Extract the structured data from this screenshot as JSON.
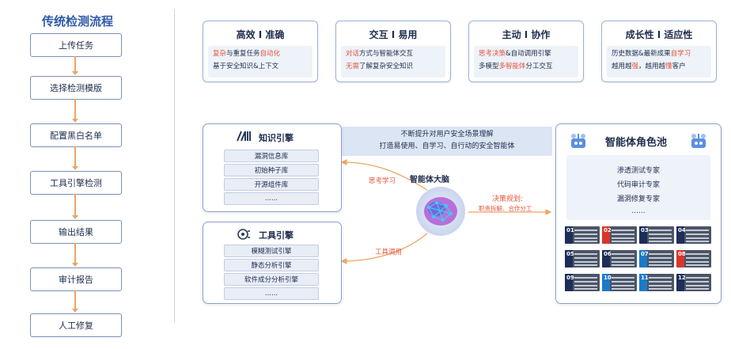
{
  "flow": {
    "title": "传统检测流程",
    "steps": [
      "上传任务",
      "选择检测模版",
      "配置黑白名单",
      "工具引擎检测",
      "输出结果",
      "审计报告",
      "人工修复"
    ]
  },
  "cards": [
    {
      "title": "高效 I 准确",
      "line1_red": "复杂",
      "line1_mid": "与重复任务",
      "line1_red2": "自动化",
      "line2": "基于安全知识&上下文"
    },
    {
      "title": "交互 I 易用",
      "line1_red": "对话",
      "line1_mid": "方式与智能体交互",
      "line1_red2": "",
      "line2_red": "无需",
      "line2": "了解复杂安全知识"
    },
    {
      "title": "主动 I 协作",
      "line1_red": "思考决策",
      "line1_mid": "&自动调用引擎",
      "line1_red2": "",
      "line2_pre": "多模型",
      "line2_red": "多智能体",
      "line2": "分工交互"
    },
    {
      "title": "成长性 I 适应性",
      "line1_red": "",
      "line1_mid": "历史数据&最新成果",
      "line1_red2": "自学习",
      "line2_pre": "越用越",
      "line2_red": "强",
      "line2_mid": "，越用越",
      "line2_red2": "懂",
      "line2": "客户"
    }
  ],
  "knowledge": {
    "title": "知识引擎",
    "items": [
      "漏洞信息库",
      "初始种子库",
      "开源组件库",
      "......"
    ]
  },
  "tools": {
    "title": "工具引擎",
    "items": [
      "模糊测试引擎",
      "静态分析引擎",
      "软件成分分析引擎",
      "......"
    ]
  },
  "banner": {
    "line1": "不断提升对用户安全场景理解",
    "line2": "打造易使用、自学习、自行动的安全智能体"
  },
  "labels": {
    "think": "思考学习",
    "tool_call": "工具调用",
    "decision": "决策规划:",
    "decision_sub": "职责拆解、合作分工",
    "brain": "智能体大脑"
  },
  "roles": {
    "title": "智能体角色池",
    "items": [
      "渗透测试专家",
      "代码审计专家",
      "漏洞修复专家",
      "......"
    ],
    "tiles": [
      "01",
      "02",
      "03",
      "04",
      "05",
      "06",
      "07",
      "08",
      "09",
      "10",
      "11",
      "12"
    ]
  },
  "colors": {
    "accent": "#e8553b",
    "flow_arrow": "#f0a462",
    "title_blue": "#2f5aa8",
    "banner": "#dce5f4"
  }
}
